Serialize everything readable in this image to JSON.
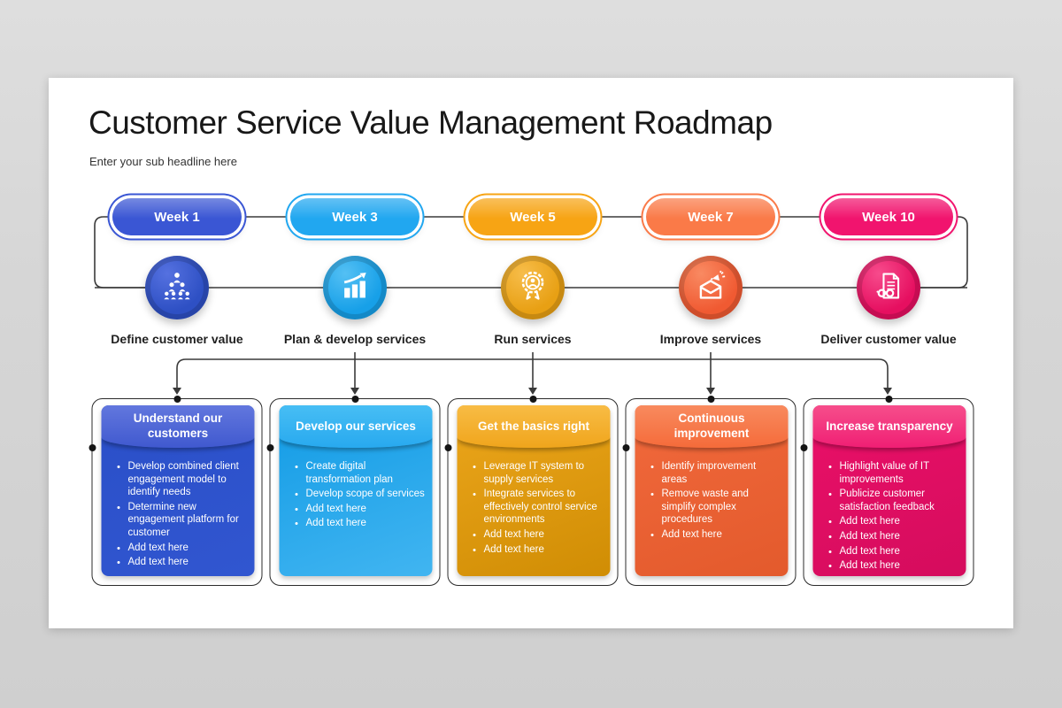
{
  "slide": {
    "title": "Customer Service Value Management Roadmap",
    "subtitle": "Enter your sub headline here"
  },
  "diagram": {
    "line_color": "#3a3a3a",
    "dot_color": "#151515",
    "frame_color": "#2b2b2b"
  },
  "columns": [
    {
      "week": "Week 1",
      "icon": "org-hierarchy-icon",
      "label": "Define customer value",
      "card_title": "Understand our customers",
      "bullets": [
        "Develop combined client engagement model to identify needs",
        "Determine new engagement platform for customer",
        "Add text here",
        "Add text here"
      ],
      "colors": {
        "pill": "#3a56d4",
        "circle": "#2e50c4",
        "circle_hi": "#5571e0",
        "header_top": "#6277de",
        "header_bottom": "#4059cf",
        "body_top": "#2a4fc8",
        "body_bottom": "#3156d0"
      }
    },
    {
      "week": "Week 3",
      "icon": "growth-chart-icon",
      "label": "Plan & develop services",
      "card_title": "Develop our services",
      "bullets": [
        "Create digital transformation plan",
        "Develop scope of services",
        "Add text here",
        "Add text here"
      ],
      "colors": {
        "pill": "#21a7f0",
        "circle": "#17a0e8",
        "circle_hi": "#54c0f4",
        "header_top": "#47bef4",
        "header_bottom": "#28a9ef",
        "body_top": "#129be5",
        "body_bottom": "#41b5f1"
      }
    },
    {
      "week": "Week 5",
      "icon": "award-medal-icon",
      "label": "Run services",
      "card_title": "Get the basics right",
      "bullets": [
        "Leverage IT system to supply services",
        "Integrate services to effectively control service environments",
        "Add text here",
        "Add text here"
      ],
      "colors": {
        "pill": "#f7a414",
        "circle": "#e8a014",
        "circle_hi": "#f7bd4a",
        "header_top": "#f8bc45",
        "header_bottom": "#f0a51c",
        "body_top": "#eca61c",
        "body_bottom": "#d08d04"
      }
    },
    {
      "week": "Week 7",
      "icon": "announcement-mail-icon",
      "label": "Improve services",
      "card_title": "Continuous improvement",
      "bullets": [
        "Identify improvement areas",
        "Remove waste and simplify complex procedures",
        "Add text here"
      ],
      "colors": {
        "pill": "#fa7a48",
        "circle": "#f05a32",
        "circle_hi": "#f98a62",
        "header_top": "#f88a5e",
        "header_bottom": "#f56b3a",
        "body_top": "#f1693c",
        "body_bottom": "#e35a2c"
      }
    },
    {
      "week": "Week 10",
      "icon": "document-review-icon",
      "label": "Deliver customer value",
      "card_title": "Increase transparency",
      "bullets": [
        "Highlight value of IT improvements",
        "Publicize customer satisfaction feedback",
        "Add text here",
        "Add text here",
        "Add text here",
        "Add text here"
      ],
      "colors": {
        "pill": "#f1146e",
        "circle": "#e60f60",
        "circle_hi": "#f74b8c",
        "header_top": "#f64e8b",
        "header_bottom": "#f01f74",
        "body_top": "#ea1068",
        "body_bottom": "#d50c5d"
      }
    }
  ]
}
